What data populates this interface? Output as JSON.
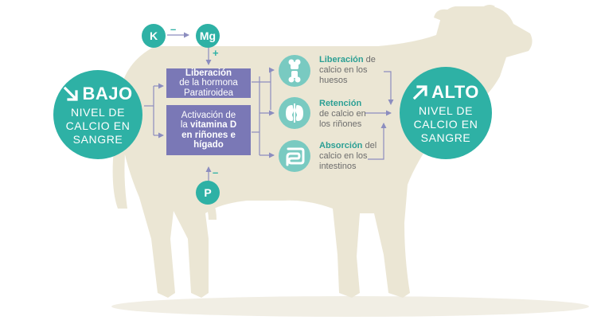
{
  "low": {
    "arrow_icon": "arrow-down-right-icon",
    "title": "BAJO",
    "line1": "NIVEL DE",
    "line2": "CALCIO EN",
    "line3": "SANGRE"
  },
  "high": {
    "arrow_icon": "arrow-up-right-icon",
    "title": "ALTO",
    "line1": "NIVEL DE",
    "line2": "CALCIO EN",
    "line3": "SANGRE"
  },
  "ions": {
    "k": "K",
    "mg": "Mg",
    "p": "P",
    "k_sign": "–",
    "mg_sign": "+",
    "p_sign": "–"
  },
  "process1": {
    "bold": "Liberación",
    "line2": "de la hormona",
    "line3": "Paratiroidea"
  },
  "process2": {
    "line1": "Activación de",
    "line2_pre": "la ",
    "line2_bold": "vitamina D",
    "line3": "en riñones e",
    "line4": "hígado"
  },
  "effects": [
    {
      "icon": "bone-joint-icon",
      "bold": "Liberación",
      "rest1": " de",
      "line2": "calcio en los",
      "line3": "huesos"
    },
    {
      "icon": "kidneys-icon",
      "bold": "Retención",
      "line2": "de calcio en",
      "line3": "los riñones"
    },
    {
      "icon": "intestines-icon",
      "bold": "Absorción",
      "rest1": " del",
      "line2": "calcio en los",
      "line3": "intestinos"
    }
  ],
  "colors": {
    "teal": "#2eb1a5",
    "light_teal": "#79cac1",
    "purple": "#7a78b6",
    "cow": "#ebe6d4",
    "arrow": "#8c8dbf"
  }
}
